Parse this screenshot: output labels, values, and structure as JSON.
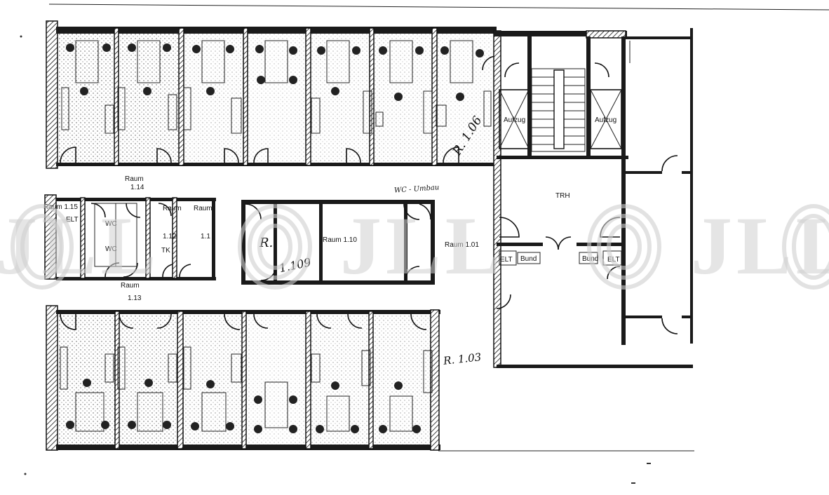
{
  "rooms": {
    "raum_114": "Raum\n1.14",
    "raum_114_l1": "Raum",
    "raum_114_l2": "1.14",
    "raum_110": "Raum 1.10",
    "raum_101": "Raum 1.01",
    "raum_113_l1": "Raum",
    "raum_113_l2": "1.13",
    "raum_112_l1": "Raum",
    "raum_112_l2": "1.12",
    "raum_11_l1": "Raum",
    "raum_11_l2": "1.1",
    "raum_115": "Raum 1.15",
    "elt_left": "ELT",
    "wc_a": "WC",
    "wc_b": "WC",
    "tk": "TK",
    "trh": "TRH",
    "aufzug_1": "Aufzug",
    "aufzug_2": "Aufzug",
    "elt_core_1": "ELT",
    "elt_core_2": "ELT",
    "bund_1": "Bund",
    "bund_2": "Bund"
  },
  "handwritten": {
    "r106": "R. 1.06",
    "r109_a": "R.",
    "r109_b": "1.109",
    "r103": "R. 1.03",
    "note": "WC - Umbau"
  },
  "watermark": "JLL"
}
